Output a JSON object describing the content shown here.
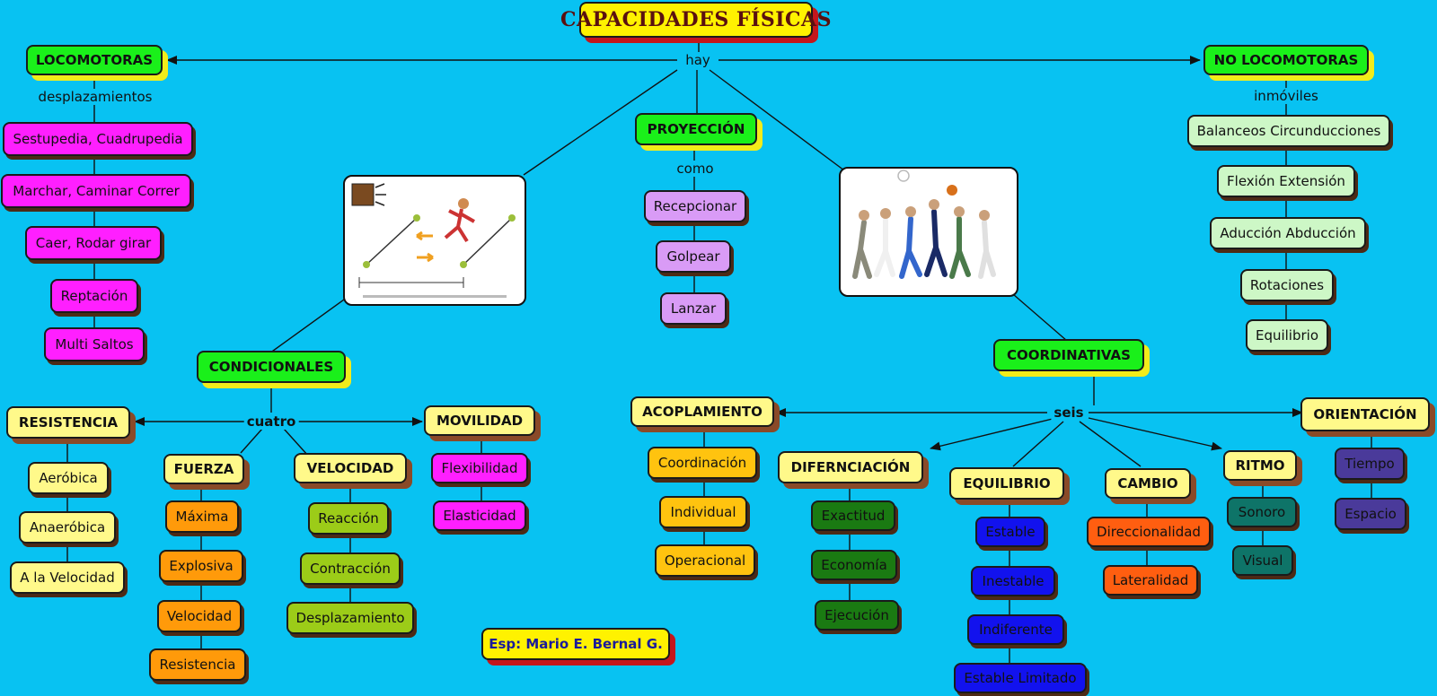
{
  "title": "CAPACIDADES FÍSICAS",
  "connectors": {
    "hay": "hay",
    "desplazamientos": "desplazamientos",
    "inmoviles": "inmóviles",
    "como": "como",
    "cuatro": "cuatro",
    "seis": "seis"
  },
  "locomotoras": {
    "title": "LOCOMOTORAS",
    "items": [
      "Sestupedia, Cuadrupedia",
      "Marchar, Caminar Correr",
      "Caer, Rodar girar",
      "Reptación",
      "Multi Saltos"
    ]
  },
  "no_locomotoras": {
    "title": "NO LOCOMOTORAS",
    "items": [
      "Balanceos Circunducciones",
      "Flexión Extensión",
      "Aducción Abducción",
      "Rotaciones",
      "Equilibrio"
    ]
  },
  "proyeccion": {
    "title": "PROYECCIÓN",
    "items": [
      "Recepcionar",
      "Golpear",
      "Lanzar"
    ]
  },
  "condicionales": {
    "title": "CONDICIONALES",
    "resistencia": {
      "title": "RESISTENCIA",
      "items": [
        "Aeróbica",
        "Anaeróbica",
        "A la Velocidad"
      ]
    },
    "fuerza": {
      "title": "FUERZA",
      "items": [
        "Máxima",
        "Explosiva",
        "Velocidad",
        "Resistencia"
      ]
    },
    "velocidad": {
      "title": "VELOCIDAD",
      "items": [
        "Reacción",
        "Contracción",
        "Desplazamiento"
      ]
    },
    "movilidad": {
      "title": "MOVILIDAD",
      "items": [
        "Flexibilidad",
        "Elasticidad"
      ]
    }
  },
  "coordinativas": {
    "title": "COORDINATIVAS",
    "acoplamiento": {
      "title": "ACOPLAMIENTO",
      "items": [
        "Coordinación",
        "Individual",
        "Operacional"
      ]
    },
    "diferenciacion": {
      "title": "DIFERNCIACIÓN",
      "items": [
        "Exactitud",
        "Economía",
        "Ejecución"
      ]
    },
    "equilibrio": {
      "title": "EQUILIBRIO",
      "items": [
        "Estable",
        "Inestable",
        "Indiferente",
        "Estable Limitado"
      ]
    },
    "cambio": {
      "title": "CAMBIO",
      "items": [
        "Direccionalidad",
        "Lateralidad"
      ]
    },
    "ritmo": {
      "title": "RITMO",
      "items": [
        "Sonoro",
        "Visual"
      ]
    },
    "orientacion": {
      "title": "ORIENTACIÓN",
      "items": [
        "Tiempo",
        "Espacio"
      ]
    }
  },
  "author": "Esp: Mario E. Bernal G.",
  "pictures": {
    "left": "running-test-illustration",
    "right": "athletes-photo-collage"
  },
  "colors": {
    "background": "#08c2f2",
    "green": "#1af01a",
    "yellow": "#fff98a",
    "title_yellow": "#fff200",
    "magenta": "#ff1fff",
    "lightgreen": "#cdf7c6",
    "lavender": "#d99bf6",
    "orange": "#ff9a0a",
    "olive": "#9ccc18",
    "gold": "#ffc30f",
    "darkgreen": "#1a7a12",
    "blue": "#1212ee",
    "deeporange": "#ff5e10",
    "teal": "#0e7468",
    "purple": "#4a3a9a"
  }
}
